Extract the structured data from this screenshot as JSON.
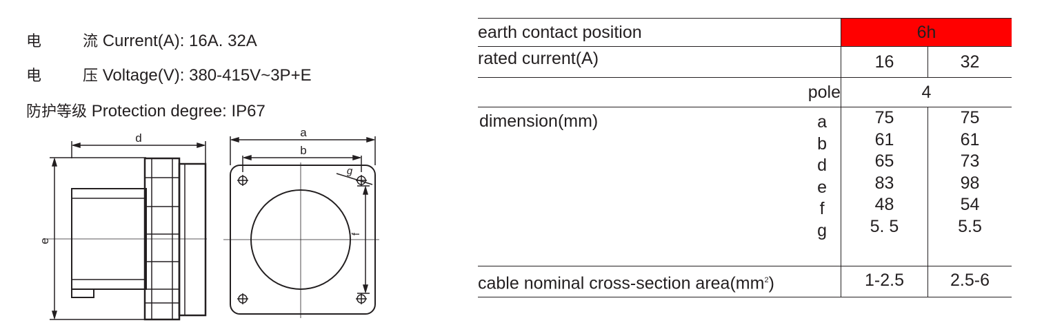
{
  "specs": [
    {
      "cn_a": "电",
      "cn_b": "流",
      "en": "Current(A): 16A. 32A"
    },
    {
      "cn_a": "电",
      "cn_b": "压",
      "en": "Voltage(V): 380-415V~3P+E"
    },
    {
      "cn": "防护等级",
      "en": "Protection degree: IP67"
    }
  ],
  "drawing_labels": {
    "d": "d",
    "e": "e",
    "a": "a",
    "b": "b",
    "g": "g",
    "f": "f"
  },
  "table": {
    "earth_label": "earth contact position",
    "earth_value": "6h",
    "earth_color": "#ff0000",
    "rated_label": "rated current(A)",
    "rated": [
      "16",
      "32"
    ],
    "pole_label": "pole",
    "pole": "4",
    "dimension_label": "dimension(mm)",
    "dimension_letters": [
      "a",
      "b",
      "d",
      "e",
      "f",
      "g"
    ],
    "dimension_16": [
      "75",
      "61",
      "65",
      "83",
      "48",
      "5. 5"
    ],
    "dimension_32": [
      "75",
      "61",
      "73",
      "98",
      "54",
      "5.5"
    ],
    "cable_label": "cable nominal cross-section area(mm",
    "cable_unit_sup": "2",
    "cable_unit_close": ")",
    "cable": [
      "1-2.5",
      "2.5-6"
    ]
  }
}
